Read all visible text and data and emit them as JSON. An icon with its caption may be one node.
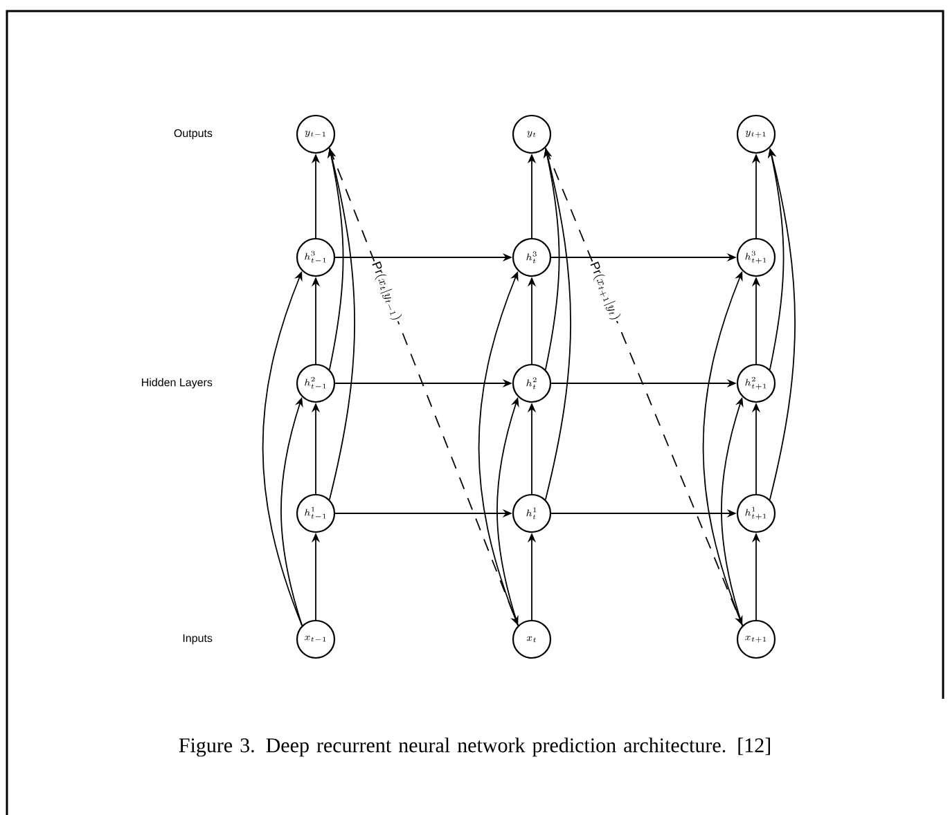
{
  "diagram": {
    "caption": "Figure 3. Deep recurrent neural network prediction architecture. [12]",
    "nodes": [
      {
        "text": [
          "y_{t-1}"
        ]
      },
      {
        "text": [
          "y_t"
        ]
      },
      {
        "text": [
          "y_{t+1}"
        ]
      },
      {
        "text": [
          "h^3_{t-1}"
        ]
      },
      {
        "text": [
          "h^3_t"
        ]
      },
      {
        "text": [
          "h^3_{t+1}"
        ]
      },
      {
        "text": [
          "h^2_{t-1}"
        ]
      },
      {
        "text": [
          "h^2_t"
        ]
      },
      {
        "text": [
          "h^2_{t+1}"
        ]
      },
      {
        "text": [
          "h^1_{t-1}"
        ]
      },
      {
        "text": [
          "h^1_t"
        ]
      },
      {
        "text": [
          "h^1_{t+1}"
        ]
      },
      {
        "text": [
          "x_{t-1}"
        ]
      },
      {
        "text": [
          "x_t"
        ]
      },
      {
        "text": [
          "x_{t+1}"
        ]
      }
    ],
    "edges": [
      {
        "from": 12,
        "to": 9,
        "arrow": "to"
      },
      {
        "from": 9,
        "to": 6,
        "arrow": "to"
      },
      {
        "from": 6,
        "to": 3,
        "arrow": "to"
      },
      {
        "from": 3,
        "to": 0,
        "arrow": "to"
      },
      {
        "from": 12,
        "to": 6,
        "arrow": "to"
      },
      {
        "from": 12,
        "to": 3,
        "arrow": "to"
      },
      {
        "from": 9,
        "to": 0,
        "arrow": "to"
      },
      {
        "from": 6,
        "to": 0,
        "arrow": "to"
      },
      {
        "from": 13,
        "to": 10,
        "arrow": "to"
      },
      {
        "from": 10,
        "to": 7,
        "arrow": "to"
      },
      {
        "from": 7,
        "to": 4,
        "arrow": "to"
      },
      {
        "from": 4,
        "to": 1,
        "arrow": "to"
      },
      {
        "from": 13,
        "to": 7,
        "arrow": "to"
      },
      {
        "from": 13,
        "to": 4,
        "arrow": "to"
      },
      {
        "from": 10,
        "to": 1,
        "arrow": "to"
      },
      {
        "from": 7,
        "to": 1,
        "arrow": "to"
      },
      {
        "from": 14,
        "to": 11,
        "arrow": "to"
      },
      {
        "from": 11,
        "to": 8,
        "arrow": "to"
      },
      {
        "from": 8,
        "to": 5,
        "arrow": "to"
      },
      {
        "from": 5,
        "to": 2,
        "arrow": "to"
      },
      {
        "from": 14,
        "to": 8,
        "arrow": "to"
      },
      {
        "from": 14,
        "to": 5,
        "arrow": "to"
      },
      {
        "from": 11,
        "to": 2,
        "arrow": "to"
      },
      {
        "from": 8,
        "to": 2,
        "arrow": "to"
      },
      {
        "from": 3,
        "to": 4,
        "arrow": "to"
      },
      {
        "from": 4,
        "to": 5,
        "arrow": "to"
      },
      {
        "from": 6,
        "to": 7,
        "arrow": "to"
      },
      {
        "from": 7,
        "to": 8,
        "arrow": "to"
      },
      {
        "from": 9,
        "to": 10,
        "arrow": "to"
      },
      {
        "from": 10,
        "to": 11,
        "arrow": "to"
      },
      {
        "from": 0,
        "to": 13,
        "arrow": "to",
        "style": "dashed",
        "label": "\\Pr(x_t|y_{t-1})"
      },
      {
        "from": 1,
        "to": 14,
        "arrow": "to",
        "style": "dashed",
        "label": "\\Pr(x_{t+1}|y_t)"
      }
    ],
    "labels": [
      "Outputs",
      "Hidden Layers",
      "Inputs"
    ]
  }
}
